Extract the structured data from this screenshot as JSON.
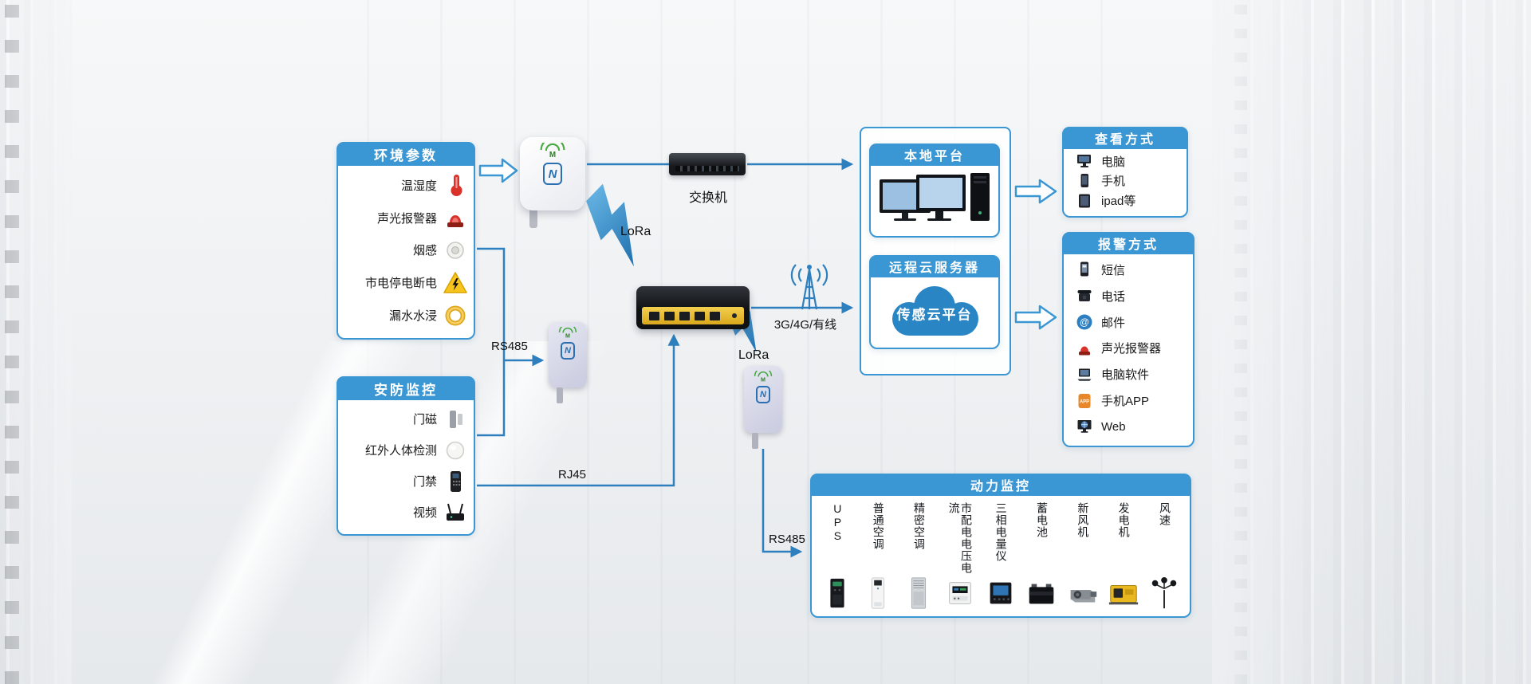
{
  "glyphs": {
    "m": "M",
    "nfc": "N",
    "at": "@",
    "app": "APP"
  },
  "env": {
    "title": "环境参数",
    "items": [
      {
        "label": "温湿度",
        "icon": "thermometer-icon"
      },
      {
        "label": "声光报警器",
        "icon": "siren-icon"
      },
      {
        "label": "烟感",
        "icon": "smoke-detector-icon"
      },
      {
        "label": "市电停电断电",
        "icon": "power-warning-icon"
      },
      {
        "label": "漏水水浸",
        "icon": "water-leak-icon"
      }
    ]
  },
  "security": {
    "title": "安防监控",
    "items": [
      {
        "label": "门磁",
        "icon": "door-magnet-icon"
      },
      {
        "label": "红外人体检测",
        "icon": "pir-sensor-icon"
      },
      {
        "label": "门禁",
        "icon": "access-control-icon"
      },
      {
        "label": "视频",
        "icon": "camera-icon"
      }
    ]
  },
  "platform": {
    "local_title": "本地平台",
    "cloud_title": "远程云服务器",
    "cloud_label": "传感云平台"
  },
  "view": {
    "title": "查看方式",
    "items": [
      {
        "label": "电脑",
        "icon": "desktop-icon"
      },
      {
        "label": "手机",
        "icon": "phone-icon"
      },
      {
        "label": "ipad等",
        "icon": "tablet-icon"
      }
    ]
  },
  "alarm": {
    "title": "报警方式",
    "items": [
      {
        "label": "短信",
        "icon": "sms-icon"
      },
      {
        "label": "电话",
        "icon": "telephone-icon"
      },
      {
        "label": "邮件",
        "icon": "email-icon"
      },
      {
        "label": "声光报警器",
        "icon": "siren-icon"
      },
      {
        "label": "电脑软件",
        "icon": "software-icon"
      },
      {
        "label": "手机APP",
        "icon": "app-icon"
      },
      {
        "label": "Web",
        "icon": "web-icon"
      }
    ]
  },
  "power": {
    "title": "动力监控",
    "items": [
      {
        "label": "UPS",
        "icon": "ups-icon"
      },
      {
        "label": "普通空调",
        "icon": "ac-standard-icon"
      },
      {
        "label": "精密空调",
        "icon": "ac-precision-icon"
      },
      {
        "label": "市配电电压电流",
        "icon": "distribution-meter-icon"
      },
      {
        "label": "三相电量仪",
        "icon": "three-phase-meter-icon"
      },
      {
        "label": "蓄电池",
        "icon": "battery-icon"
      },
      {
        "label": "新风机",
        "icon": "fresh-air-fan-icon"
      },
      {
        "label": "发电机",
        "icon": "generator-icon"
      },
      {
        "label": "风速",
        "icon": "anemometer-icon"
      }
    ]
  },
  "links": {
    "switch_label": "交换机",
    "lora_top": "LoRa",
    "lora_bottom": "LoRa",
    "rs485_left": "RS485",
    "rs485_bottom": "RS485",
    "rj45": "RJ45",
    "wan": "3G/4G/有线"
  },
  "colors": {
    "accent": "#3b97d3",
    "line": "#2e7fbe",
    "cloud": "#2a85c4",
    "router_face": "#e9b821"
  }
}
